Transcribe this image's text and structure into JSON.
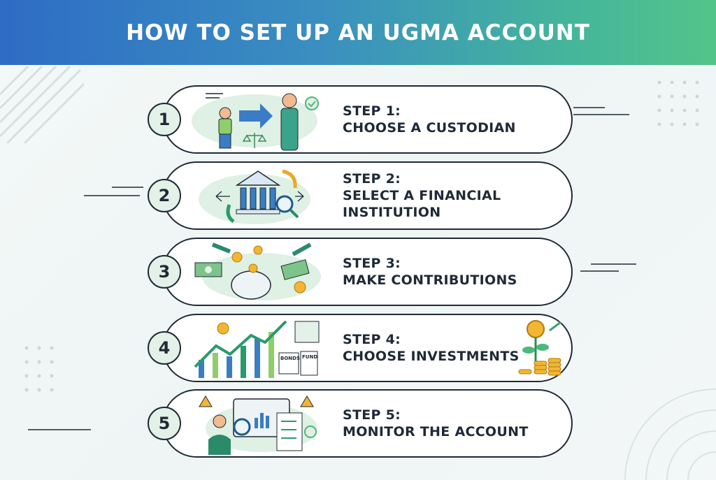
{
  "title": "HOW TO SET UP AN UGMA ACCOUNT",
  "steps": [
    {
      "number": "1",
      "label": "STEP 1:",
      "lines": [
        "CHOOSE A CUSTODIAN"
      ]
    },
    {
      "number": "2",
      "label": "STEP 2:",
      "lines": [
        "SELECT A FINANCIAL",
        "INSTITUTION"
      ]
    },
    {
      "number": "3",
      "label": "STEP 3:",
      "lines": [
        "MAKE CONTRIBUTIONS"
      ]
    },
    {
      "number": "4",
      "label": "STEP 4:",
      "lines": [
        "CHOOSE INVESTMENTS"
      ]
    },
    {
      "number": "5",
      "label": "STEP 5:",
      "lines": [
        "MONITOR THE ACCOUNT"
      ]
    }
  ],
  "illustration_text": {
    "bonds": "BONDS",
    "fund": "FUND"
  },
  "colors": {
    "header_start": "#2e6cc5",
    "header_end": "#52c48a",
    "ink": "#1f2a36",
    "accent_green": "#4cb87a",
    "accent_gold": "#e8a92a"
  }
}
